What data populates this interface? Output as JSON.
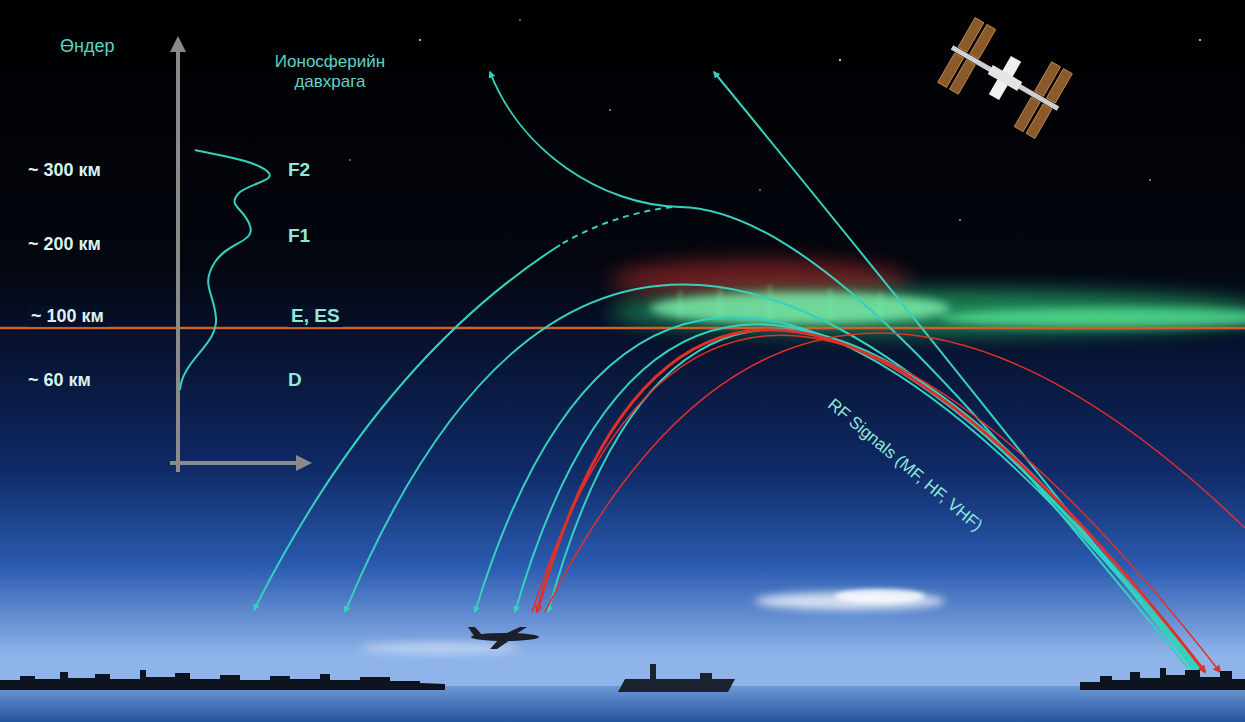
{
  "diagram": {
    "labels": [
      "Өндер",
      "Ионосферийн давхрага",
      "~ 300 км",
      "~ 200 км",
      "~ 100 км",
      "~ 60 км",
      "F2",
      "F1",
      "E, ES",
      "D",
      "RF Signals (MF, HF, VHF)"
    ]
  }
}
